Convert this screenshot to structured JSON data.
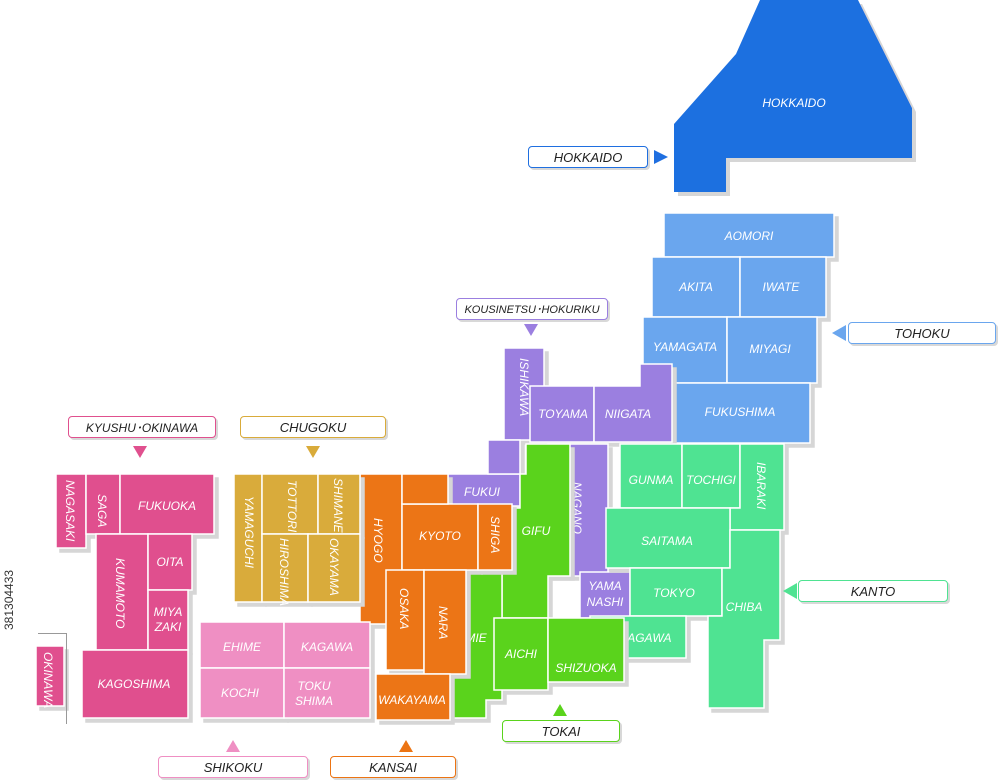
{
  "regions": {
    "hokkaido": {
      "label": "HOKKAIDO",
      "color": "#1f6fe0"
    },
    "tohoku": {
      "label": "TOHOKU",
      "color": "#6aa6ee"
    },
    "kousinetsu_hokuriku": {
      "label": "KOUSINETSU･HOKURIKU",
      "color": "#9b7fe0"
    },
    "kanto": {
      "label": "KANTO",
      "color": "#4fe392"
    },
    "tokai": {
      "label": "TOKAI",
      "color": "#5ad31c"
    },
    "kansai": {
      "label": "KANSAI",
      "color": "#ec7413"
    },
    "chugoku": {
      "label": "CHUGOKU",
      "color": "#d9ab3a"
    },
    "shikoku": {
      "label": "SHIKOKU",
      "color": "#ef8fc3"
    },
    "kyushu_okinawa": {
      "label": "KYUSHU･OKINAWA",
      "color": "#e0508e"
    }
  },
  "prefectures": {
    "hokkaido": "HOKKAIDO",
    "aomori": "AOMORI",
    "akita": "AKITA",
    "iwate": "IWATE",
    "yamagata": "YAMAGATA",
    "miyagi": "MIYAGI",
    "fukushima": "FUKUSHIMA",
    "ishikawa": "ISHIKAWA",
    "toyama": "TOYAMA",
    "niigata": "NIIGATA",
    "fukui": "FUKUI",
    "nagano": "NAGANO",
    "yamanashi_1": "YAMA",
    "yamanashi_2": "NASHI",
    "gunma": "GUNMA",
    "tochigi": "TOCHIGI",
    "ibaraki": "IBARAKI",
    "saitama": "SAITAMA",
    "tokyo": "TOKYO",
    "chiba": "CHIBA",
    "kanagawa": "KANAGAWA",
    "gifu": "GIFU",
    "mie": "MIE",
    "aichi": "AICHI",
    "shizuoka": "SHIZUOKA",
    "hyogo": "HYOGO",
    "kyoto": "KYOTO",
    "shiga": "SHIGA",
    "osaka": "OSAKA",
    "nara": "NARA",
    "wakayama": "WAKAYAMA",
    "yamaguchi": "YAMAGUCHI",
    "tottori": "TOTTORI",
    "shimane": "SHIMANE",
    "hiroshima": "HIROSHIMA",
    "okayama": "OKAYAMA",
    "ehime": "EHIME",
    "kagawa": "KAGAWA",
    "kochi": "KOCHI",
    "tokushima_1": "TOKU",
    "tokushima_2": "SHIMA",
    "nagasaki": "NAGASAKI",
    "saga": "SAGA",
    "fukuoka": "FUKUOKA",
    "oita": "OITA",
    "kumamoto": "KUMAMOTO",
    "miyazaki_1": "MIYA",
    "miyazaki_2": "ZAKI",
    "kagoshima": "KAGOSHIMA",
    "okinawa": "OKINAWA"
  },
  "stock_id": "381304433"
}
